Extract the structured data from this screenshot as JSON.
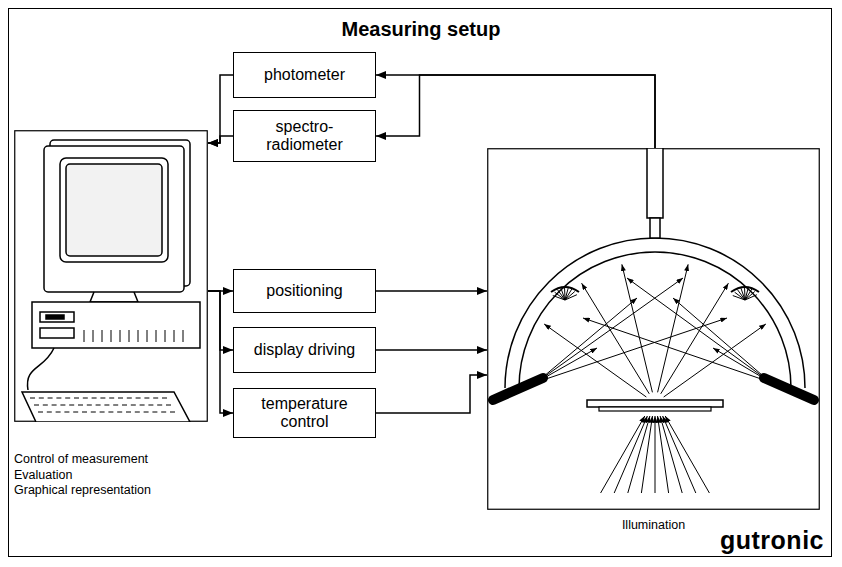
{
  "diagram": {
    "title": "Measuring setup",
    "nodes": [
      {
        "text": [
          "Control of measurement",
          "Evaluation",
          "Graphical representation"
        ]
      },
      {
        "text": [
          "photometer"
        ]
      },
      {
        "text": [
          "spectro-radiometer"
        ]
      },
      {
        "text": [
          "positioning"
        ]
      },
      {
        "text": [
          "display driving"
        ]
      },
      {
        "text": [
          "temperature control"
        ]
      },
      {
        "text": [
          "Illumination"
        ]
      }
    ],
    "edges": [
      {
        "from": 6,
        "to": 1,
        "arrow": "to"
      },
      {
        "from": 6,
        "to": 2,
        "arrow": "to"
      },
      {
        "from": 1,
        "to": 0,
        "arrow": "to"
      },
      {
        "from": 2,
        "to": 0,
        "arrow": "to"
      },
      {
        "from": 0,
        "to": 3,
        "arrow": "to"
      },
      {
        "from": 0,
        "to": 4,
        "arrow": "to"
      },
      {
        "from": 0,
        "to": 5,
        "arrow": "to"
      },
      {
        "from": 3,
        "to": 6,
        "arrow": "to"
      },
      {
        "from": 4,
        "to": 6,
        "arrow": "to"
      },
      {
        "from": 5,
        "to": 6,
        "arrow": "to"
      }
    ],
    "labels": [
      "gutronic"
    ]
  }
}
